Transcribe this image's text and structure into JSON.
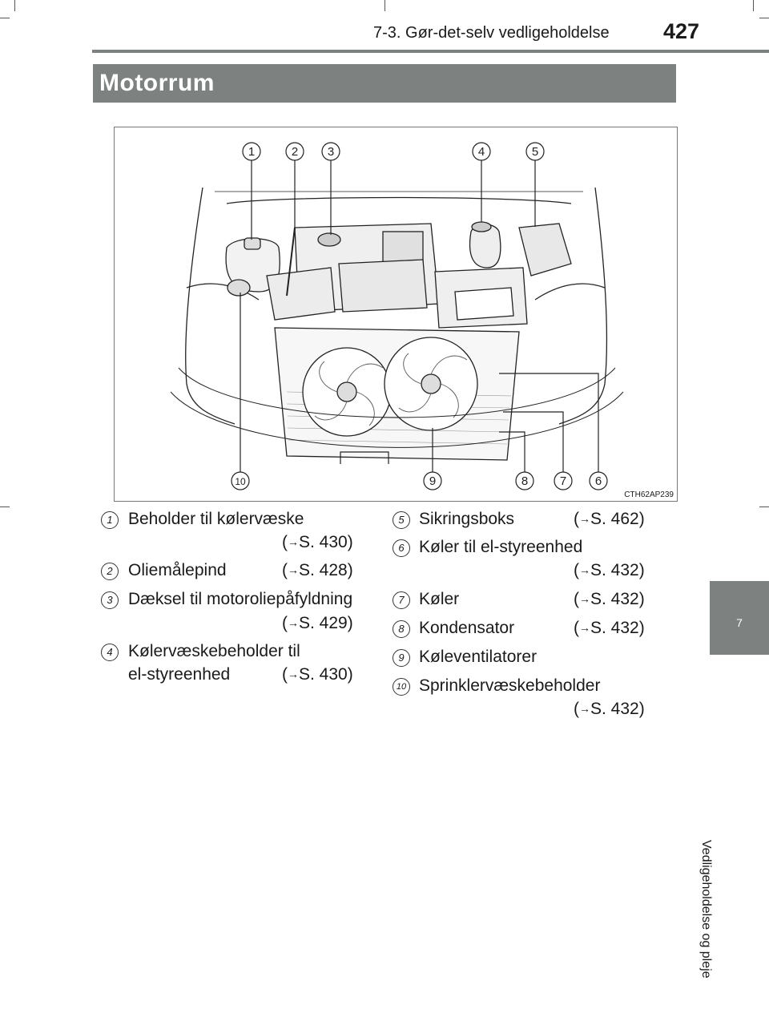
{
  "header": {
    "section": "7-3. Gør-det-selv vedligeholdelse",
    "page_number": "427"
  },
  "title": "Motorrum",
  "figure": {
    "code": "CTH62AP239",
    "callouts": [
      "1",
      "2",
      "3",
      "4",
      "5",
      "6",
      "7",
      "8",
      "9",
      "10"
    ]
  },
  "tab": {
    "number": "7",
    "label": "Vedligeholdelse og pleje"
  },
  "legend": [
    {
      "num": "1",
      "line1": "Beholder til kølervæske",
      "line2": "",
      "ref": "S. 430"
    },
    {
      "num": "2",
      "line1": "Oliemålepind",
      "line2": "",
      "ref": "S. 428"
    },
    {
      "num": "3",
      "line1": "Dæksel til motoroliepåfyldning",
      "line2": "",
      "ref": "S. 429"
    },
    {
      "num": "4",
      "line1": "Kølervæskebeholder til",
      "line2": "el-styreenhed",
      "ref": "S. 430"
    },
    {
      "num": "5",
      "line1": "Sikringsboks",
      "line2": "",
      "ref": "S. 462"
    },
    {
      "num": "6",
      "line1": "Køler til el-styreenhed",
      "line2": "",
      "ref": "S. 432"
    },
    {
      "num": "7",
      "line1": "Køler",
      "line2": "",
      "ref": "S. 432"
    },
    {
      "num": "8",
      "line1": "Kondensator",
      "line2": "",
      "ref": "S. 432"
    },
    {
      "num": "9",
      "line1": "Køleventilatorer",
      "line2": "",
      "ref": ""
    },
    {
      "num": "10",
      "line1": "Sprinklervæskebeholder",
      "line2": "",
      "ref": "S. 432"
    }
  ],
  "arrow_glyph": "→"
}
